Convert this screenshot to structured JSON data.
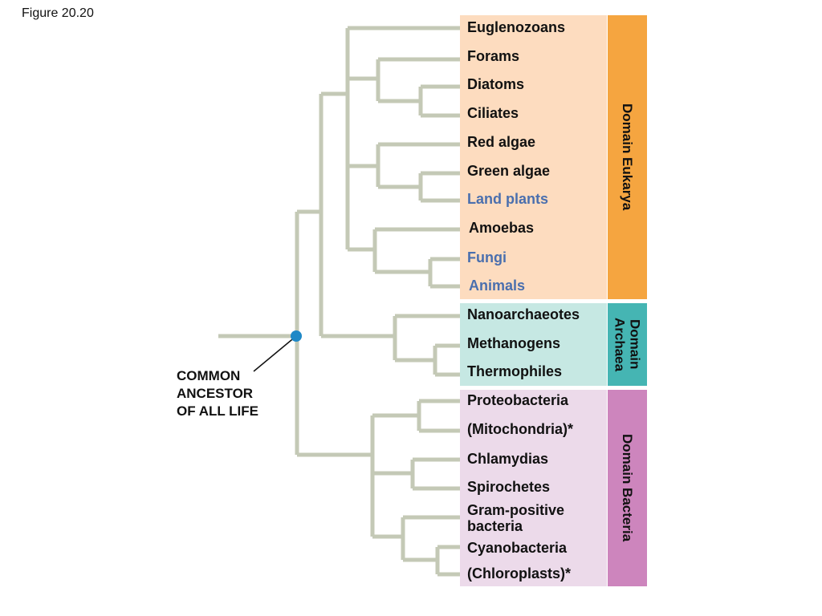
{
  "figure_label": "Figure 20.20",
  "ancestor_label": "COMMON\nANCESTOR\nOF ALL LIFE",
  "colors": {
    "branch": "#c4c9b6",
    "node": "#1e88c7",
    "eukarya_panel": "#fddcbf",
    "eukarya_band": "#f5a540",
    "archaea_panel": "#c6e8e3",
    "archaea_band": "#45b5b3",
    "bacteria_panel": "#ecdaea",
    "bacteria_band": "#cd85bd",
    "highlight_text": "#4a6fae"
  },
  "domains": [
    {
      "id": "eukarya",
      "label": "Domain Eukarya"
    },
    {
      "id": "archaea",
      "label": "Domain\nArchaea"
    },
    {
      "id": "bacteria",
      "label": "Domain Bacteria"
    }
  ],
  "taxa": [
    {
      "name": "Euglenozoans",
      "highlight": false
    },
    {
      "name": "Forams",
      "highlight": false
    },
    {
      "name": "Diatoms",
      "highlight": false
    },
    {
      "name": "Ciliates",
      "highlight": false
    },
    {
      "name": "Red algae",
      "highlight": false
    },
    {
      "name": "Green algae",
      "highlight": false
    },
    {
      "name": "Land plants",
      "highlight": true
    },
    {
      "name": "Amoebas",
      "highlight": false
    },
    {
      "name": "Fungi",
      "highlight": true
    },
    {
      "name": "Animals",
      "highlight": true
    },
    {
      "name": "Nanoarchaeotes",
      "highlight": false
    },
    {
      "name": "Methanogens",
      "highlight": false
    },
    {
      "name": "Thermophiles",
      "highlight": false
    },
    {
      "name": "Proteobacteria",
      "highlight": false
    },
    {
      "name": "(Mitochondria)*",
      "highlight": false
    },
    {
      "name": "Chlamydias",
      "highlight": false
    },
    {
      "name": "Spirochetes",
      "highlight": false
    },
    {
      "name": "Gram-positive\nbacteria",
      "highlight": false
    },
    {
      "name": "Cyanobacteria",
      "highlight": false
    },
    {
      "name": "(Chloroplasts)*",
      "highlight": false
    }
  ]
}
